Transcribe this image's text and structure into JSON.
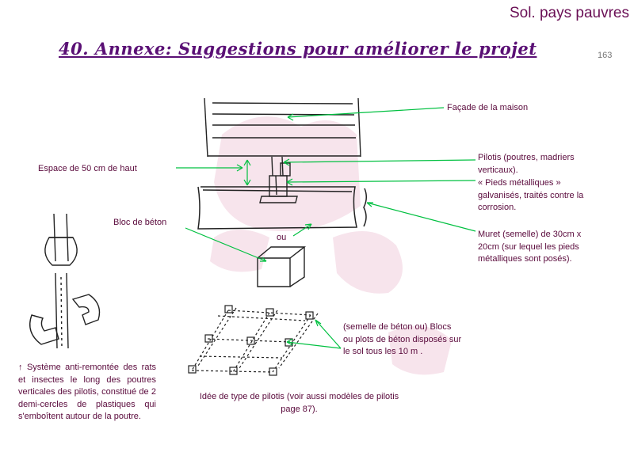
{
  "header": {
    "tag": "Sol. pays pauvres",
    "page_number": "163"
  },
  "title": "40. Annexe: Suggestions pour améliorer le projet",
  "labels": {
    "facade": "Façade de la maison",
    "pilotis": "Pilotis (poutres, madriers verticaux).",
    "pieds": "« Pieds métalliques » galvanisés, traités contre la corrosion.",
    "muret": "Muret (semelle) de 30cm x 20cm (sur lequel les pieds métalliques sont posés).",
    "espace": "Espace de 50 cm de haut",
    "bloc": "Bloc de béton",
    "ou": "ou",
    "blocs": "(semelle de béton ou) Blocs ou plots de béton disposés sur le sol tous les 10 m .",
    "idee": "Idée de type de pilotis (voir aussi modèles de pilotis page 87).",
    "systeme_arrow": "↑",
    "systeme": "Système anti-remontée des rats et insectes le long des poutres verticales des pilotis, constitué de 2 demi-cercles de plastiques qui s'emboîtent autour de la poutre."
  },
  "colors": {
    "title": "#5a1075",
    "label": "#5a0a3c",
    "arrow": "#00c040",
    "sketch": "#222222",
    "watermark": "#f7e4ec"
  }
}
